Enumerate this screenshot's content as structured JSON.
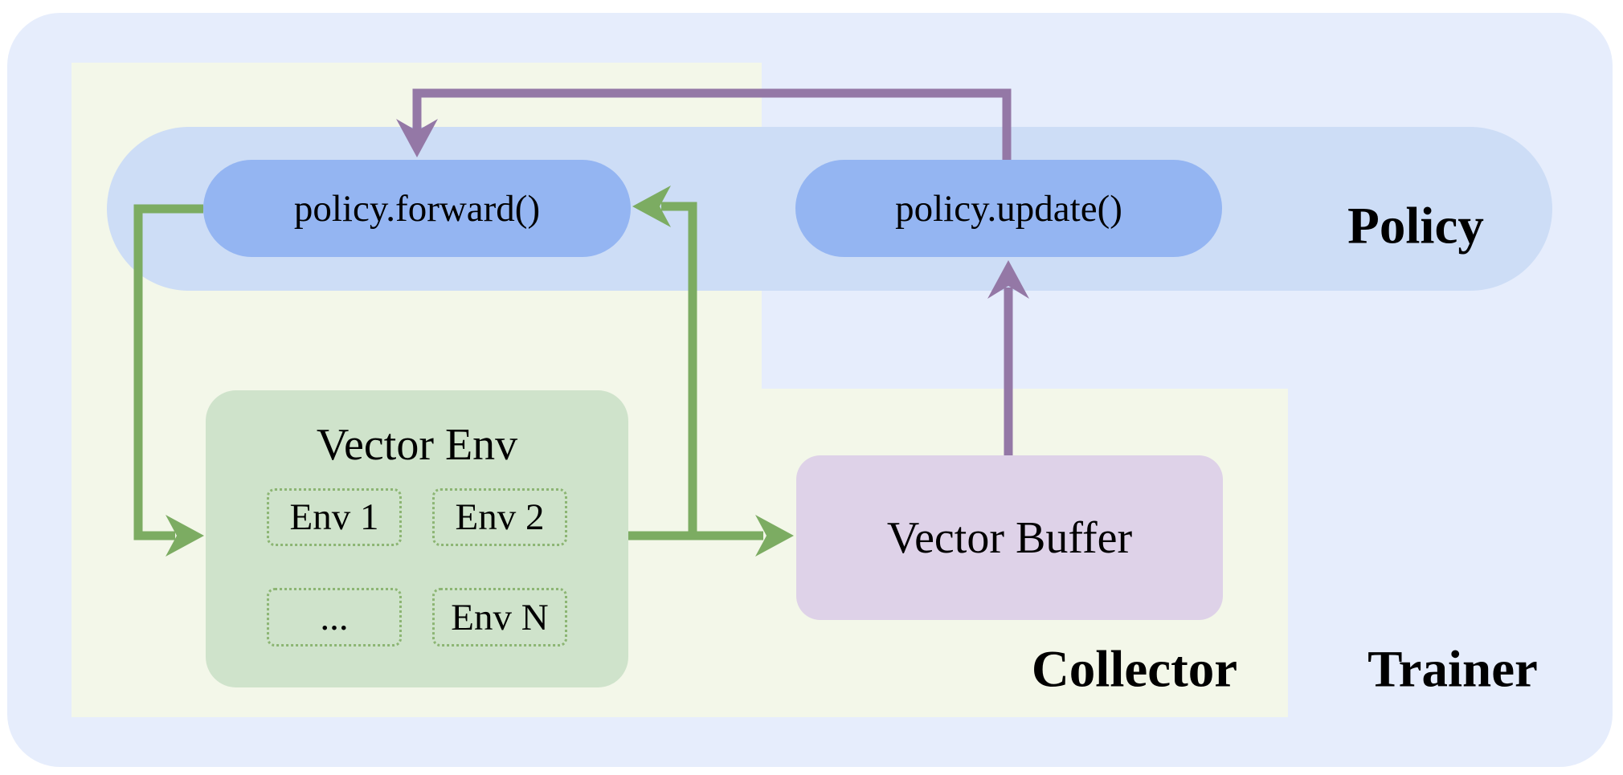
{
  "regions": {
    "trainer_label": "Trainer",
    "collector_label": "Collector",
    "policy_label": "Policy"
  },
  "nodes": {
    "policy_forward": "policy.forward()",
    "policy_update": "policy.update()",
    "vector_env_title": "Vector Env",
    "envs": [
      "Env 1",
      "Env 2",
      "...",
      "Env N"
    ],
    "vector_buffer": "Vector Buffer"
  },
  "edges": [
    {
      "from": "policy.forward()",
      "to": "Vector Env",
      "color": "green"
    },
    {
      "from": "Vector Env",
      "to": "policy.forward()",
      "color": "green"
    },
    {
      "from": "Vector Env",
      "to": "Vector Buffer",
      "color": "green"
    },
    {
      "from": "Vector Buffer",
      "to": "policy.update()",
      "color": "purple"
    },
    {
      "from": "policy.update()",
      "to": "policy.forward()",
      "color": "purple"
    }
  ],
  "colors": {
    "trainer_bg": "#e6edfc",
    "collector_bg": "#f3f7e9",
    "policy_band": "#cdddf6",
    "pill_blue": "#94b5f2",
    "env_box_green": "#cfe3cb",
    "env_dotted_border": "#8cb573",
    "buffer_mauve": "#ded2e8",
    "arrow_green": "#7cac62",
    "arrow_purple": "#9478a6",
    "text": "#000000"
  }
}
